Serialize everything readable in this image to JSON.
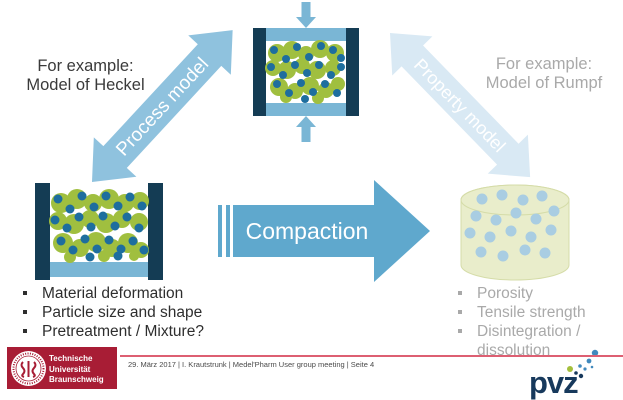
{
  "palette": {
    "wall": "#143C54",
    "punch": "#7AB6D5",
    "green": "#A0BF3F",
    "dot": "#1E6E9E",
    "process": "#8FC2DE",
    "property": "#D9E9F4",
    "compaction": "#5FA8CD",
    "tabletFill": "#E9EDCB",
    "tabletStroke": "#D5DCA8",
    "tabletDot": "#A9CDE2",
    "bannerRed": "#A81D35",
    "footerLine": "#DD5F72",
    "navy": "#17395C",
    "pvzGreen": "#A4BF3C",
    "pvzBlue": "#4189BD",
    "textDark": "#3A3A3A",
    "textGray": "#A9A9A9",
    "footerText": "#4A4A4A"
  },
  "examples": {
    "left": {
      "line1": "For example:",
      "line2": "Model of Heckel"
    },
    "right": {
      "line1": "For example:",
      "line2": "Model of Rumpf"
    }
  },
  "arrows": {
    "process": "Process model",
    "property": "Property model",
    "compaction": "Compaction"
  },
  "inputs_list": [
    "Material deformation",
    "Particle size and shape",
    "Pretreatment / Mixture?"
  ],
  "outputs_list": [
    "Porosity",
    "Tensile strength",
    "Disintegration / dissolution"
  ],
  "footer": {
    "university": {
      "line1": "Technische",
      "line2": "Universität",
      "line3": "Braunschweig"
    },
    "info": "29. März 2017 | I. Krautstrunk | Medel'Pharm User group meeting | Seite 4",
    "pvz": "pvz"
  }
}
